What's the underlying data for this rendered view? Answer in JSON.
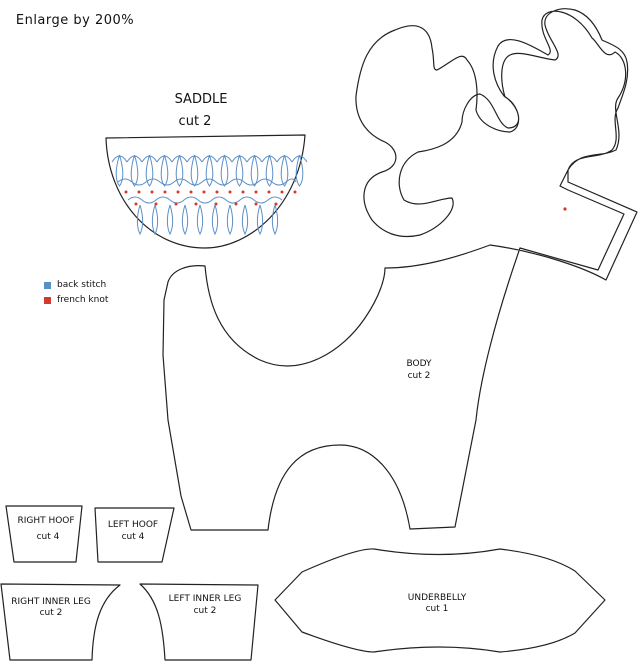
{
  "header": {
    "note": "Enlarge by 200%"
  },
  "colors": {
    "outline": "#222222",
    "back_stitch": "#5b8fc7",
    "french_knot": "#d23b2b"
  },
  "legend": [
    {
      "label": "back stitch",
      "color": "#5b8fc7"
    },
    {
      "label": "french knot",
      "color": "#d23b2b"
    }
  ],
  "pieces": {
    "saddle": {
      "name": "SADDLE",
      "count": "cut 2"
    },
    "body": {
      "name": "BODY",
      "count": "cut 2"
    },
    "right_hoof": {
      "name": "RIGHT HOOF",
      "count": "cut 4"
    },
    "left_hoof": {
      "name": "LEFT HOOF",
      "count": "cut 4"
    },
    "right_inner_leg": {
      "name": "RIGHT INNER LEG",
      "count": "cut 2"
    },
    "left_inner_leg": {
      "name": "LEFT INNER LEG",
      "count": "cut 2"
    },
    "underbelly": {
      "name": "UNDERBELLY",
      "count": "cut 1"
    }
  }
}
